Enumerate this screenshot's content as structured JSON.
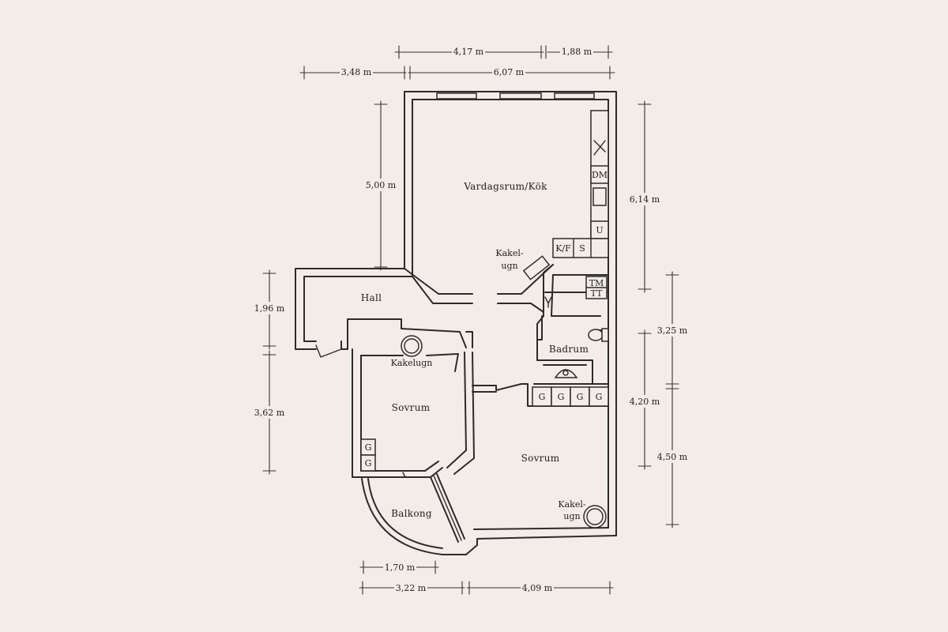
{
  "rooms": {
    "living_kitchen": "Vardagsrum/Kök",
    "hall": "Hall",
    "bathroom": "Badrum",
    "bedroom_left": "Sovrum",
    "bedroom_right": "Sovrum",
    "balcony": "Balkong"
  },
  "fixtures": {
    "stove_top_line1": "Kakel-",
    "stove_top_line2": "ugn",
    "stove_left": "Kakelugn",
    "stove_right_line1": "Kakel-",
    "stove_right_line2": "ugn",
    "dishwasher": "DM",
    "cupboard": "U",
    "fridge_freezer": "K/F",
    "sink": "S",
    "washer": "TM",
    "dryer": "TT",
    "wardrobe": "G"
  },
  "dimensions": {
    "top_a": "4,17 m",
    "top_b": "1,88 m",
    "top_c": "3,48 m",
    "top_d": "6,07 m",
    "left_upper": "5,00 m",
    "left_hall": "1,96 m",
    "left_bedroom": "3,62 m",
    "right_upper": "6,14 m",
    "right_mid": "3,25 m",
    "right_lower_a": "4,20 m",
    "right_lower_b": "4,50 m",
    "bottom_balcony": "1,70 m",
    "bottom_left": "3,22 m",
    "bottom_right": "4,09 m"
  }
}
